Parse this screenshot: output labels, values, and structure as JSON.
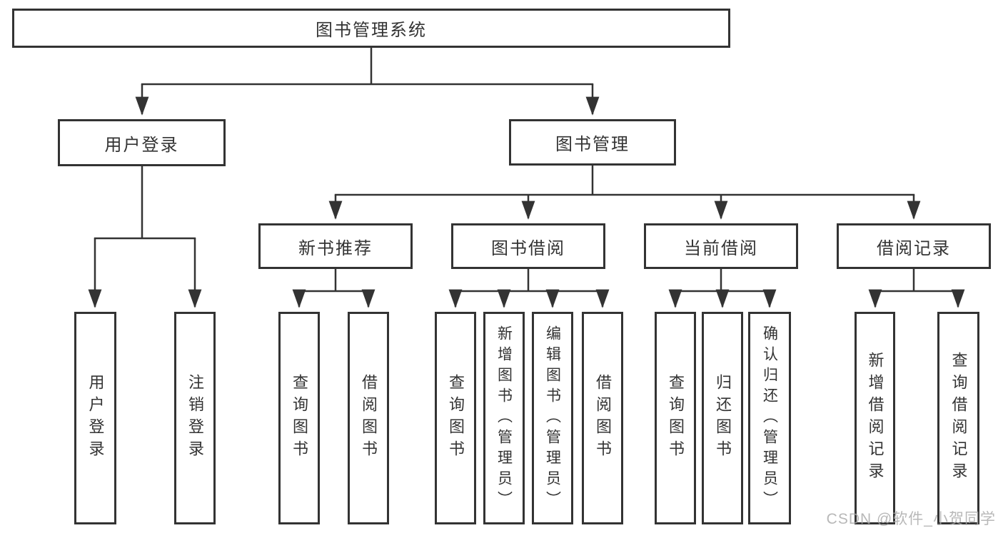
{
  "diagram": {
    "title": "图书管理系统",
    "colors": {
      "line": "#333333",
      "background": "#ffffff",
      "watermark_gray": "#a8a8a8"
    },
    "tree": {
      "label": "图书管理系统",
      "children": [
        {
          "label": "用户登录",
          "children": [
            {
              "label": "用户登录"
            },
            {
              "label": "注销登录"
            }
          ]
        },
        {
          "label": "图书管理",
          "children": [
            {
              "label": "新书推荐",
              "children": [
                {
                  "label": "查询图书"
                },
                {
                  "label": "借阅图书"
                }
              ]
            },
            {
              "label": "图书借阅",
              "children": [
                {
                  "label": "查询图书"
                },
                {
                  "label": "新增图书（管理员）"
                },
                {
                  "label": "编辑图书（管理员）"
                },
                {
                  "label": "借阅图书"
                }
              ]
            },
            {
              "label": "当前借阅",
              "children": [
                {
                  "label": "查询图书"
                },
                {
                  "label": "归还图书"
                },
                {
                  "label": "确认归还（管理员）"
                }
              ]
            },
            {
              "label": "借阅记录",
              "children": [
                {
                  "label": "新增借阅记录"
                },
                {
                  "label": "查询借阅记录"
                }
              ]
            }
          ]
        }
      ]
    },
    "watermark": "CSDN @软件_小贺同学"
  }
}
